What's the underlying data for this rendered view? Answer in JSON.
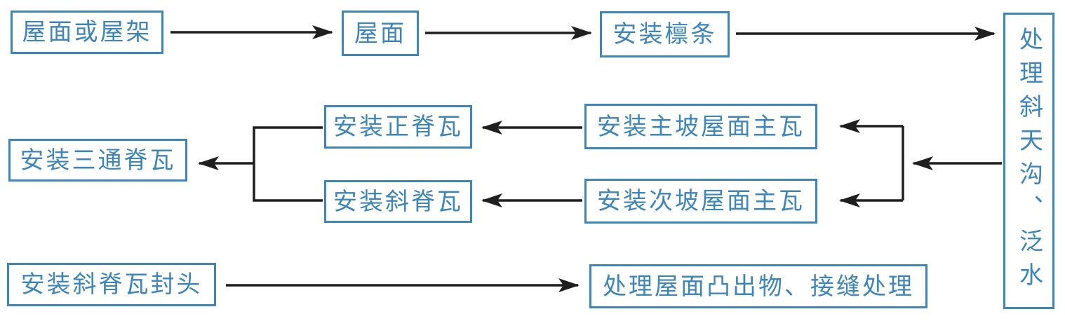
{
  "diagram": {
    "title": "roof-tile-installation-flowchart",
    "background": "#ffffff",
    "colors": {
      "box_border": "#3c86ba",
      "box_text": "#3c86ba",
      "arrow": "#1f1f1f"
    },
    "nodes": {
      "roof_or_truss": {
        "label": "屋面或屋架"
      },
      "roof": {
        "label": "屋面"
      },
      "install_purlins": {
        "label": "安装檩条"
      },
      "handle_valley_flashing": {
        "label": "处理斜天沟、泛水"
      },
      "install_main_ridge_tiles": {
        "label": "安装正脊瓦"
      },
      "install_main_slope_tiles": {
        "label": "安装主坡屋面主瓦"
      },
      "install_hip_ridge_tiles": {
        "label": "安装斜脊瓦"
      },
      "install_secondary_slope_tiles": {
        "label": "安装次坡屋面主瓦"
      },
      "install_three_way_ridge_tiles": {
        "label": "安装三通脊瓦"
      },
      "install_hip_ridge_end_caps": {
        "label": "安装斜脊瓦封头"
      },
      "handle_roof_protrusions_joints": {
        "label": "处理屋面凸出物、接缝处理"
      }
    },
    "edges": [
      {
        "from": "roof_or_truss",
        "to": "roof"
      },
      {
        "from": "roof",
        "to": "install_purlins"
      },
      {
        "from": "install_purlins",
        "to": "handle_valley_flashing"
      },
      {
        "from": "handle_valley_flashing",
        "to": "install_main_slope_tiles"
      },
      {
        "from": "handle_valley_flashing",
        "to": "install_secondary_slope_tiles"
      },
      {
        "from": "install_main_slope_tiles",
        "to": "install_main_ridge_tiles"
      },
      {
        "from": "install_secondary_slope_tiles",
        "to": "install_hip_ridge_tiles"
      },
      {
        "from": "install_main_ridge_tiles",
        "to": "install_three_way_ridge_tiles"
      },
      {
        "from": "install_hip_ridge_tiles",
        "to": "install_three_way_ridge_tiles"
      },
      {
        "from": "install_hip_ridge_end_caps",
        "to": "handle_roof_protrusions_joints"
      }
    ]
  }
}
